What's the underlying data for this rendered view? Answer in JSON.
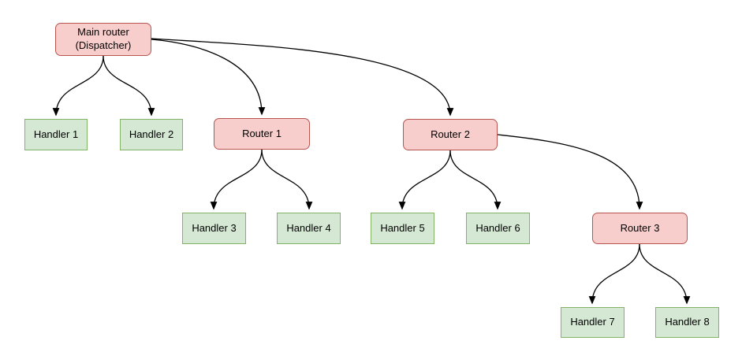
{
  "diagram": {
    "type": "flowchart",
    "background": "#ffffff",
    "colors": {
      "router_fill": "#f8cecc",
      "router_border": "#b85450",
      "handler_fill": "#d5e8d4",
      "handler_border": "#82b366",
      "edge_color": "#000000",
      "bg": "#ffffff"
    },
    "nodes": {
      "main": {
        "label": "Main router\n(Dispatcher)",
        "kind": "router"
      },
      "r1": {
        "label": "Router 1",
        "kind": "router"
      },
      "r2": {
        "label": "Router 2",
        "kind": "router"
      },
      "r3": {
        "label": "Router 3",
        "kind": "router"
      },
      "h1": {
        "label": "Handler 1",
        "kind": "handler"
      },
      "h2": {
        "label": "Handler 2",
        "kind": "handler"
      },
      "h3": {
        "label": "Handler 3",
        "kind": "handler"
      },
      "h4": {
        "label": "Handler 4",
        "kind": "handler"
      },
      "h5": {
        "label": "Handler 5",
        "kind": "handler"
      },
      "h6": {
        "label": "Handler 6",
        "kind": "handler"
      },
      "h7": {
        "label": "Handler 7",
        "kind": "handler"
      },
      "h8": {
        "label": "Handler 8",
        "kind": "handler"
      }
    },
    "edges": [
      {
        "from": "main",
        "to": "h1"
      },
      {
        "from": "main",
        "to": "h2"
      },
      {
        "from": "main",
        "to": "r1"
      },
      {
        "from": "main",
        "to": "r2"
      },
      {
        "from": "r1",
        "to": "h3"
      },
      {
        "from": "r1",
        "to": "h4"
      },
      {
        "from": "r2",
        "to": "h5"
      },
      {
        "from": "r2",
        "to": "h6"
      },
      {
        "from": "r2",
        "to": "r3"
      },
      {
        "from": "r3",
        "to": "h7"
      },
      {
        "from": "r3",
        "to": "h8"
      }
    ]
  }
}
